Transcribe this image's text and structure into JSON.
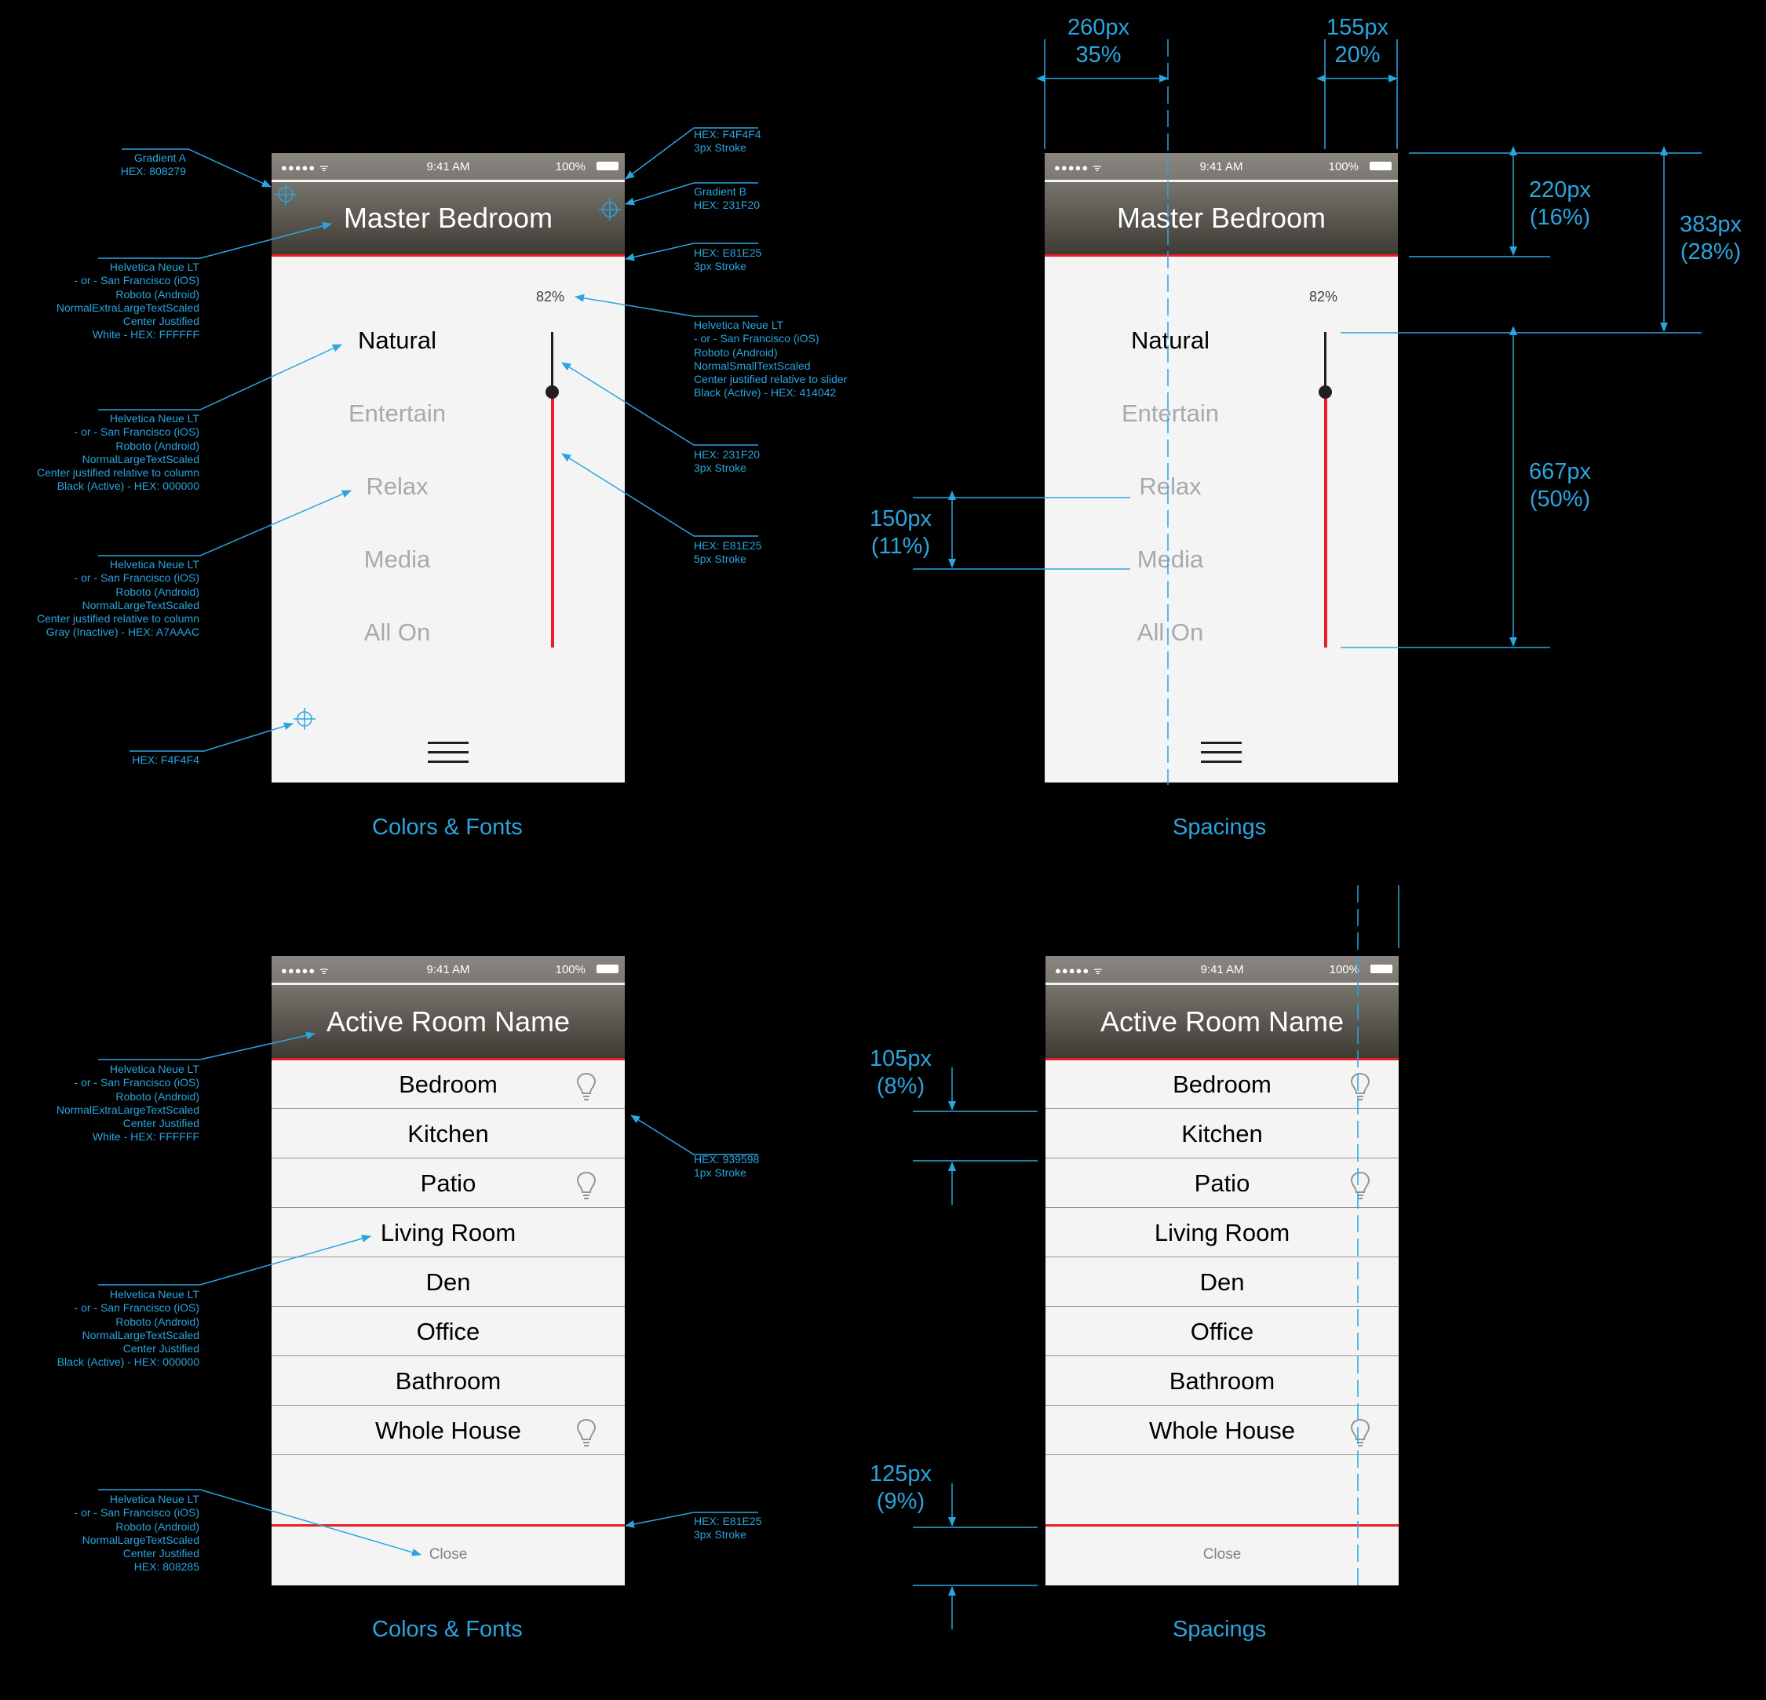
{
  "status": {
    "signal": "●●●●● ᯤ",
    "time": "9:41 AM",
    "battery": "100%"
  },
  "screen1": {
    "title": "Master Bedroom",
    "percent": "82%",
    "slider_level_percent": 82,
    "presets": [
      {
        "label": "Natural",
        "active": true
      },
      {
        "label": "Entertain",
        "active": false
      },
      {
        "label": "Relax",
        "active": false
      },
      {
        "label": "Media",
        "active": false
      },
      {
        "label": "All On",
        "active": false
      }
    ]
  },
  "screen2": {
    "title": "Active Room Name",
    "rooms": [
      {
        "name": "Bedroom",
        "bulb": true
      },
      {
        "name": "Kitchen",
        "bulb": false
      },
      {
        "name": "Patio",
        "bulb": true
      },
      {
        "name": "Living Room",
        "bulb": false
      },
      {
        "name": "Den",
        "bulb": false
      },
      {
        "name": "Office",
        "bulb": false
      },
      {
        "name": "Bathroom",
        "bulb": false
      },
      {
        "name": "Whole House",
        "bulb": true
      }
    ],
    "close_label": "Close"
  },
  "colors": {
    "accent_red": "#E81E25",
    "gradient_a": "#808279",
    "gradient_b": "#231F20",
    "background": "#F4F4F4",
    "inactive": "#A7AAAC",
    "divider": "#939598",
    "annotation": "#2AA5DF"
  },
  "annotations": {
    "gradient_a": "Gradient A\nHEX: 808279",
    "title_font": "Helvetica Neue LT\n- or - San Francisco (iOS)\nRoboto (Android)\nNormalExtraLargeTextScaled\nCenter Justified\nWhite - HEX: FFFFFF",
    "active_font": "Helvetica Neue LT\n- or - San Francisco (iOS)\nRoboto (Android)\nNormalLargeTextScaled\nCenter justified relative to column\nBlack (Active) - HEX: 000000",
    "inactive_font": "Helvetica Neue LT\n- or - San Francisco (iOS)\nRoboto (Android)\nNormalLargeTextScaled\nCenter justified relative to column\nGray (Inactive) - HEX: A7AAAC",
    "bg_hex": "HEX: F4F4F4",
    "status_stroke": "HEX: F4F4F4\n3px Stroke",
    "gradient_b": "Gradient B\nHEX: 231F20",
    "red_stroke_3": "HEX: E81E25\n3px Stroke",
    "small_font": "Helvetica Neue LT\n- or - San Francisco (iOS)\nRoboto (Android)\nNormalSmallTextScaled\nCenter justified relative to slider\nBlack (Active) - HEX: 414042",
    "dark_stroke": "HEX: 231F20\n3px Stroke",
    "red_stroke_5": "HEX: E81E25\n5px Stroke",
    "title_font_2": "Helvetica Neue LT\n- or - San Francisco (iOS)\nRoboto (Android)\nNormalExtraLargeTextScaled\nCenter Justified\nWhite - HEX: FFFFFF",
    "divider_stroke": "HEX: 939598\n1px Stroke",
    "room_font": "Helvetica Neue LT\n- or - San Francisco (iOS)\nRoboto (Android)\nNormalLargeTextScaled\nCenter Justified\nBlack (Active) - HEX: 000000",
    "close_font": "Helvetica Neue LT\n- or - San Francisco (iOS)\nRoboto (Android)\nNormalLargeTextScaled\nCenter Justified\nHEX: 808285",
    "red_stroke_close": "HEX: E81E25\n3px Stroke"
  },
  "measurements": {
    "left_col": "260px\n35%",
    "right_col": "155px\n20%",
    "header_height": "220px\n(16%)",
    "to_slider": "383px\n(28%)",
    "slider_height": "667px\n(50%)",
    "preset_spacing": "150px\n(11%)",
    "row_height": "105px\n(8%)",
    "close_area": "125px\n(9%)"
  },
  "captions": {
    "top_left": "Colors & Fonts",
    "top_right": "Spacings",
    "bottom_left": "Colors & Fonts",
    "bottom_right": "Spacings"
  }
}
